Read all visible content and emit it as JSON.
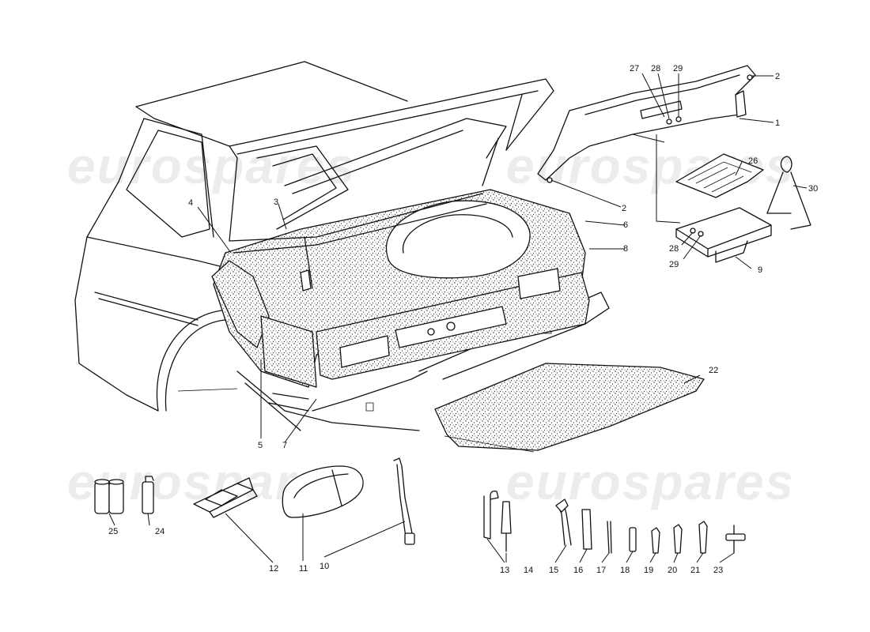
{
  "watermark": "eurospares",
  "callouts": [
    {
      "id": "c1",
      "text": "1"
    },
    {
      "id": "c2a",
      "text": "2"
    },
    {
      "id": "c2b",
      "text": "2"
    },
    {
      "id": "c3",
      "text": "3"
    },
    {
      "id": "c4",
      "text": "4"
    },
    {
      "id": "c5",
      "text": "5"
    },
    {
      "id": "c6",
      "text": "6"
    },
    {
      "id": "c7",
      "text": "7"
    },
    {
      "id": "c8",
      "text": "8"
    },
    {
      "id": "c9",
      "text": "9"
    },
    {
      "id": "c10",
      "text": "10"
    },
    {
      "id": "c11",
      "text": "11"
    },
    {
      "id": "c12",
      "text": "12"
    },
    {
      "id": "c13",
      "text": "13"
    },
    {
      "id": "c14",
      "text": "14"
    },
    {
      "id": "c15",
      "text": "15"
    },
    {
      "id": "c16",
      "text": "16"
    },
    {
      "id": "c17",
      "text": "17"
    },
    {
      "id": "c18",
      "text": "18"
    },
    {
      "id": "c19",
      "text": "19"
    },
    {
      "id": "c20",
      "text": "20"
    },
    {
      "id": "c21",
      "text": "21"
    },
    {
      "id": "c22",
      "text": "22"
    },
    {
      "id": "c23",
      "text": "23"
    },
    {
      "id": "c24",
      "text": "24"
    },
    {
      "id": "c25",
      "text": "25"
    },
    {
      "id": "c26",
      "text": "26"
    },
    {
      "id": "c27",
      "text": "27"
    },
    {
      "id": "c28a",
      "text": "28"
    },
    {
      "id": "c29a",
      "text": "29"
    },
    {
      "id": "c28b",
      "text": "28"
    },
    {
      "id": "c29b",
      "text": "29"
    },
    {
      "id": "c30",
      "text": "30"
    }
  ]
}
